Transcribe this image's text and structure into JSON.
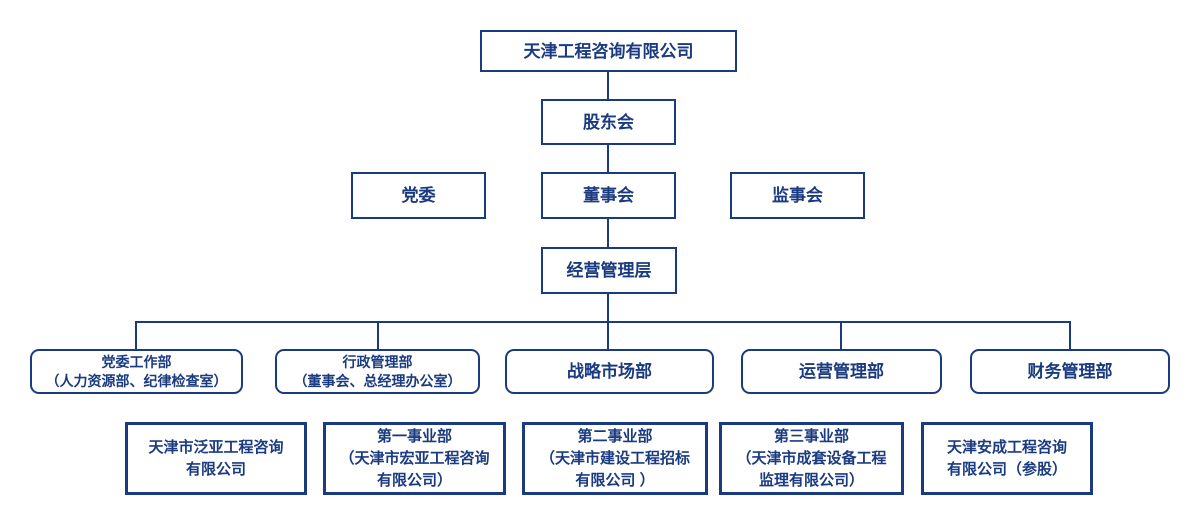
{
  "colors": {
    "navy": "#1b3b80",
    "background": "#ffffff"
  },
  "org": {
    "root": {
      "label": "天津工程咨询有限公司"
    },
    "shareholders": {
      "label": "股东会"
    },
    "party_committee": {
      "label": "党委"
    },
    "board": {
      "label": "董事会"
    },
    "supervisory_board": {
      "label": "监事会"
    },
    "management": {
      "label": "经营管理层"
    },
    "departments": [
      {
        "line1": "党委工作部",
        "line2": "（人力资源部、纪律检查室）"
      },
      {
        "line1": "行政管理部",
        "line2": "（董事会、总经理办公室）"
      },
      {
        "line1": "战略市场部",
        "line2": ""
      },
      {
        "line1": "运营管理部",
        "line2": ""
      },
      {
        "line1": "财务管理部",
        "line2": ""
      }
    ],
    "subsidiaries": [
      {
        "line1": "天津市泛亚工程咨询",
        "line2": "有限公司",
        "line3": ""
      },
      {
        "line1": "第一事业部",
        "line2": "（天津市宏亚工程咨询",
        "line3": "有限公司）"
      },
      {
        "line1": "第二事业部",
        "line2": "（天津市建设工程招标",
        "line3": "有限公司 ）"
      },
      {
        "line1": "第三事业部",
        "line2": "（天津市成套设备工程",
        "line3": "监理有限公司）"
      },
      {
        "line1": "天津安成工程咨询",
        "line2": "有限公司（参股）",
        "line3": ""
      }
    ]
  }
}
